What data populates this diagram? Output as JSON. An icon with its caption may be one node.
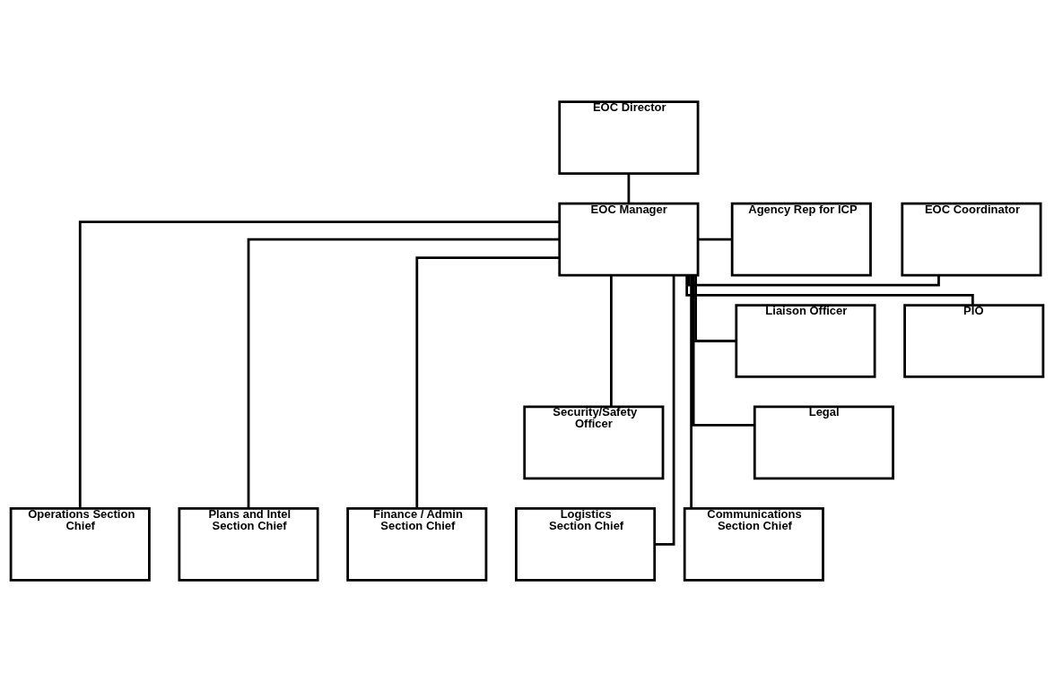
{
  "diagram": {
    "nodes": [
      {
        "text": [
          "EOC Director"
        ]
      },
      {
        "text": [
          "Agency Rep for ICP"
        ]
      },
      {
        "text": [
          "EOC Coordinator"
        ]
      },
      {
        "text": [
          "EOC Manager"
        ]
      },
      {
        "text": [
          "Liaison Officer"
        ]
      },
      {
        "text": [
          "PIO"
        ]
      },
      {
        "text": [
          "Security/Safety Officer"
        ]
      },
      {
        "text": [
          "Legal"
        ]
      },
      {
        "text": [
          "Operations Section Chief"
        ]
      },
      {
        "text": [
          "Plans and Intel Section Chief"
        ]
      },
      {
        "text": [
          "Logistics Section Chief"
        ]
      },
      {
        "text": [
          "Finance / Admin Section Chief"
        ]
      },
      {
        "text": [
          "Communications Section Chief"
        ]
      }
    ],
    "edges": [
      {
        "from": 0,
        "to": 3,
        "arrow": "none"
      },
      {
        "from": 3,
        "to": 1,
        "arrow": "none"
      },
      {
        "from": 3,
        "to": 4,
        "arrow": "none"
      },
      {
        "from": 3,
        "to": 6,
        "arrow": "none"
      },
      {
        "from": 3,
        "to": 2,
        "arrow": "none"
      },
      {
        "from": 3,
        "to": 5,
        "arrow": "none"
      },
      {
        "from": 3,
        "to": 7,
        "arrow": "none"
      },
      {
        "from": 3,
        "to": 8,
        "arrow": "none"
      },
      {
        "from": 3,
        "to": 9,
        "arrow": "none"
      },
      {
        "from": 3,
        "to": 10,
        "arrow": "none"
      },
      {
        "from": 3,
        "to": 11,
        "arrow": "none"
      },
      {
        "from": 3,
        "to": 12,
        "arrow": "none"
      }
    ]
  }
}
